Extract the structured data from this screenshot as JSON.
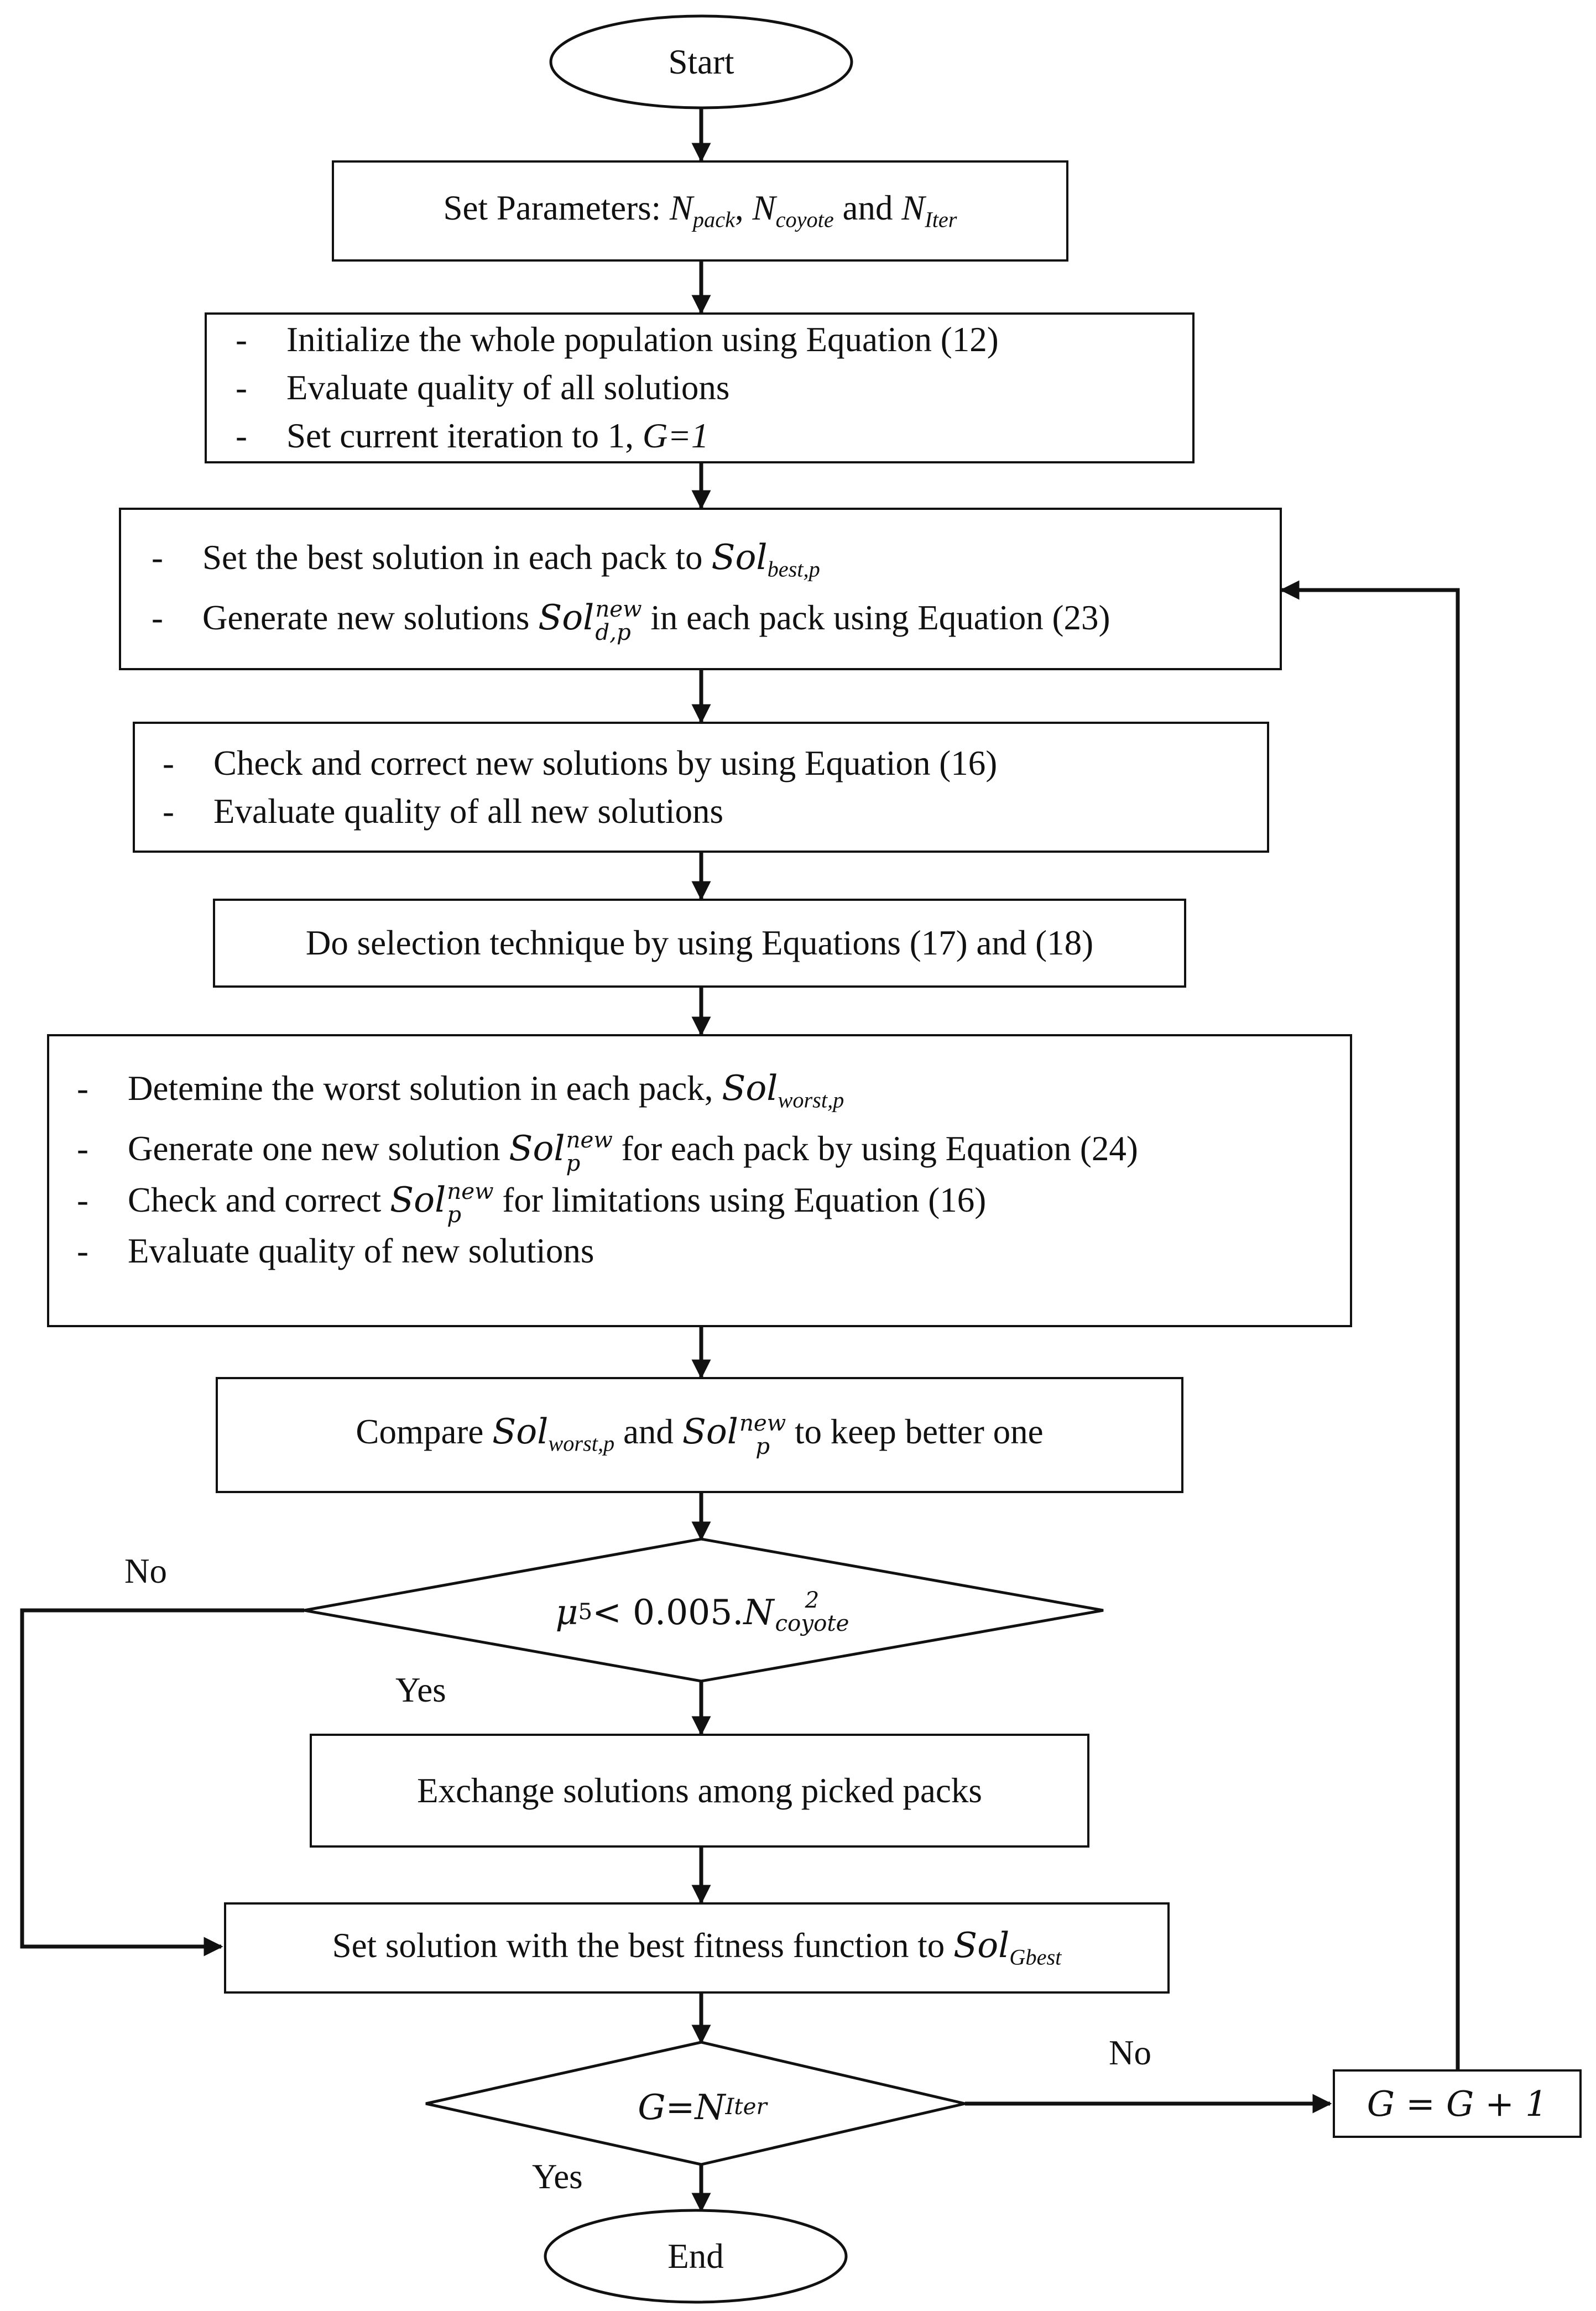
{
  "nodes": {
    "start": "Start",
    "set_params": {
      "prefix": "Set Parameters: ",
      "npack_base": "N",
      "npack_sub": "pack",
      "sep": ", ",
      "ncoyote_base": "N",
      "ncoyote_sub": "coyote",
      "and": " and ",
      "niter_base": "N",
      "niter_sub": "Iter"
    },
    "init": {
      "line1": "Initialize the whole population using Equation (12)",
      "line2": "Evaluate quality of all solutions",
      "line3_prefix": "Set current iteration to 1, ",
      "line3_var": "G=1"
    },
    "best_pack": {
      "line1_prefix": "Set the best solution in each pack to ",
      "line1_sol": "Sol",
      "line1_sub": "best,p",
      "line2_prefix": "Generate new solutions ",
      "line2_sol": "Sol",
      "line2_sup": "new",
      "line2_sub": "d,p",
      "line2_suffix": " in each pack using Equation (23)"
    },
    "check": {
      "line1": "Check and correct new solutions by using Equation (16)",
      "line2": "Evaluate quality of all new solutions"
    },
    "selection": "Do selection technique by using Equations (17) and (18)",
    "worst": {
      "line1_prefix": "Detemine the worst solution in each pack, ",
      "line1_sol": "Sol",
      "line1_sub": "worst,p",
      "line2_prefix": "Generate one new solution ",
      "line2_sol": "Sol",
      "line2_sup": "new",
      "line2_sub": "p",
      "line2_suffix": " for each pack by using Equation (24)",
      "line3_prefix": "Check and correct ",
      "line3_sol": "Sol",
      "line3_sup": "new",
      "line3_sub": "p",
      "line3_suffix": " for limitations using Equation (16)",
      "line4": "Evaluate quality of new solutions"
    },
    "compare": {
      "prefix": "Compare ",
      "sol1": "Sol",
      "sol1_sub": "worst,p",
      "and": " and ",
      "sol2": "Sol",
      "sol2_sup": "new",
      "sol2_sub": "p",
      "suffix": " to keep better one"
    },
    "decision1": {
      "mu": "μ",
      "mu_sub": "5",
      "op": " < 0.005.",
      "n": "N",
      "n_sup": "2",
      "n_sub": "coyote"
    },
    "exchange": "Exchange solutions among picked packs",
    "gbest": {
      "prefix": "Set solution with the best fitness function to ",
      "sol": "Sol",
      "sub": "Gbest"
    },
    "decision2": {
      "g": "G",
      "eq": " = ",
      "n": "N",
      "n_sub": "Iter"
    },
    "increment": "G = G + 1",
    "end": "End"
  },
  "labels": {
    "no_left": "No",
    "yes_1": "Yes",
    "no_right": "No",
    "yes_2": "Yes"
  },
  "bullet": "-"
}
